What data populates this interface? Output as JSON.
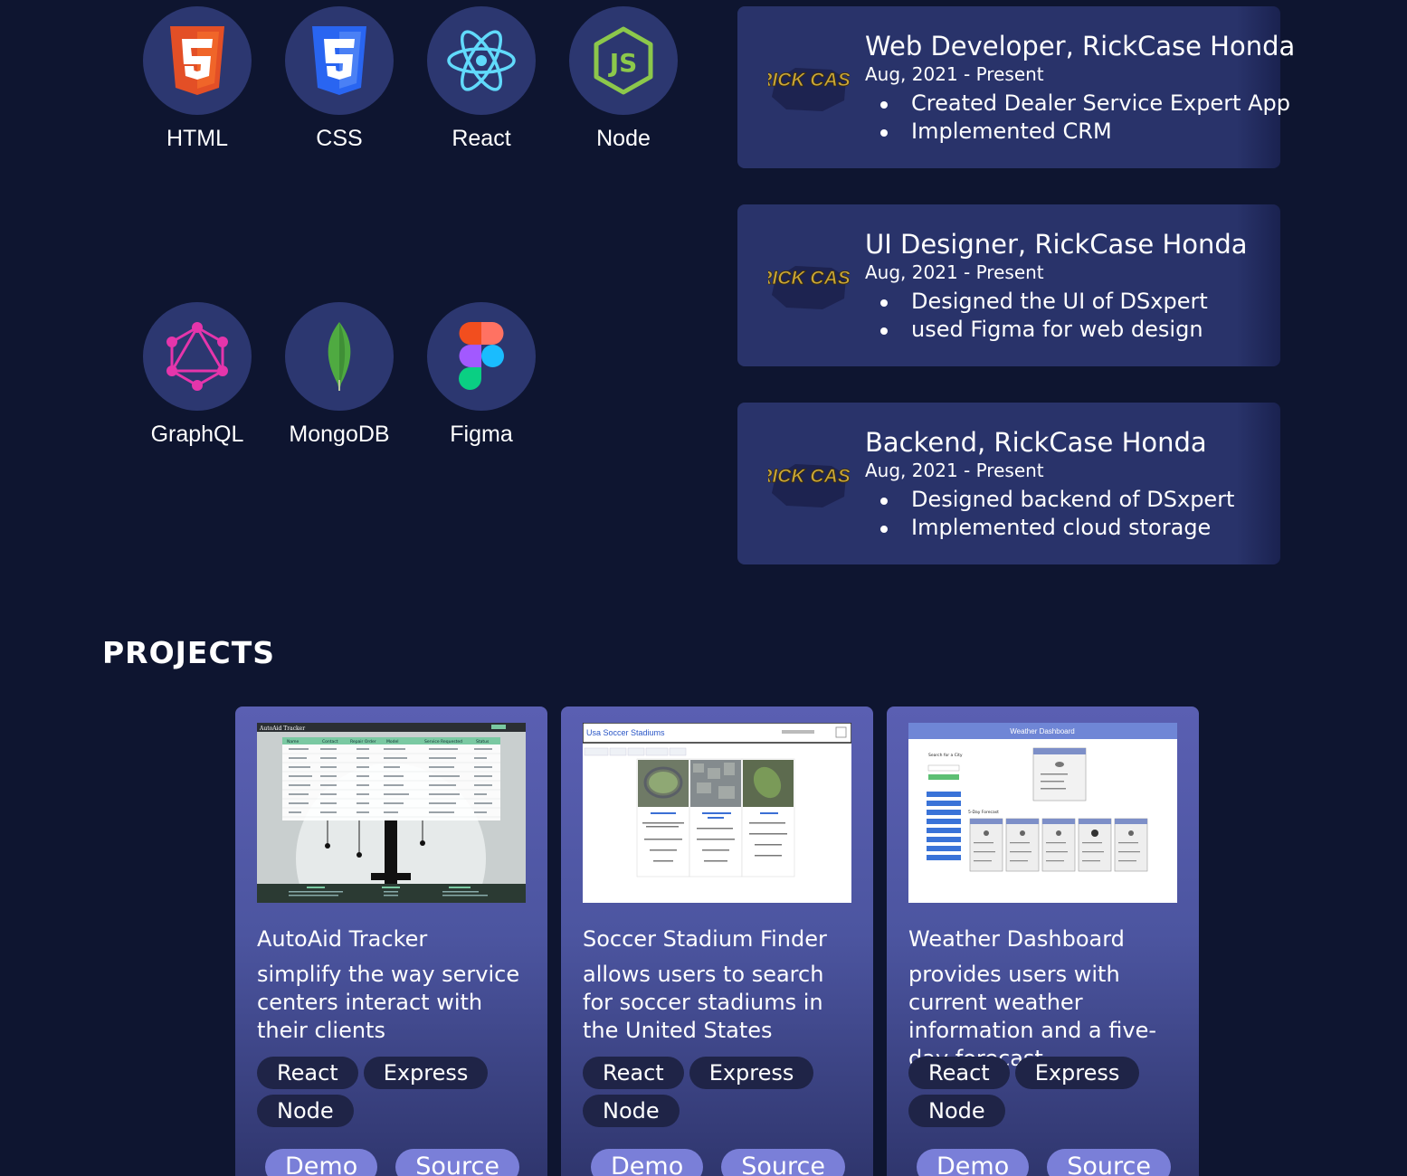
{
  "skills": [
    {
      "label": "HTML",
      "icon": "html5-icon"
    },
    {
      "label": "CSS",
      "icon": "css3-icon"
    },
    {
      "label": "React",
      "icon": "react-icon"
    },
    {
      "label": "Node",
      "icon": "nodejs-icon"
    },
    {
      "label": "GraphQL",
      "icon": "graphql-icon"
    },
    {
      "label": "MongoDB",
      "icon": "mongodb-icon"
    },
    {
      "label": "Figma",
      "icon": "figma-icon"
    }
  ],
  "experience": [
    {
      "title": "Web Developer, RickCase Honda",
      "date": "Aug, 2021 - Present",
      "logo": "RICK CASE",
      "bullets": [
        "Created Dealer Service Expert App",
        "Implemented CRM"
      ]
    },
    {
      "title": "UI Designer, RickCase Honda",
      "date": "Aug, 2021 - Present",
      "logo": "RICK CASE",
      "bullets": [
        "Designed the UI of DSxpert",
        "used Figma for web design"
      ]
    },
    {
      "title": "Backend, RickCase Honda",
      "date": "Aug, 2021 - Present",
      "logo": "RICK CASE",
      "bullets": [
        "Designed backend of DSxpert",
        "Implemented cloud storage"
      ]
    }
  ],
  "projects_heading": "PROJECTS",
  "projects": [
    {
      "title": "AutoAid Tracker",
      "description": "simplify the way service centers interact with their clients",
      "tags": [
        "React",
        "Express",
        "Node"
      ],
      "demo": "Demo",
      "source": "Source",
      "shot_title": "AutoAid Tracker",
      "shot_columns": [
        "Name",
        "Contact",
        "Repair Order",
        "Model",
        "Service Requested",
        "Status"
      ]
    },
    {
      "title": "Soccer Stadium Finder",
      "description": "allows users to search for soccer stadiums in the United States",
      "tags": [
        "React",
        "Express",
        "Node"
      ],
      "demo": "Demo",
      "source": "Source",
      "shot_title": "Usa Soccer Stadiums"
    },
    {
      "title": "Weather Dashboard",
      "description": "provides users with current weather information and a five-day forecast",
      "tags": [
        "React",
        "Express",
        "Node"
      ],
      "demo": "Demo",
      "source": "Source",
      "shot_title": "Weather Dashboard",
      "shot_search": "Search for a City",
      "shot_forecast": "5-Day Forecast"
    }
  ],
  "colors": {
    "background": "#0e1530",
    "skill_circle": "#2c3770",
    "card": "#29336a",
    "tag": "#1f2447",
    "button": "#7a7fd8"
  }
}
